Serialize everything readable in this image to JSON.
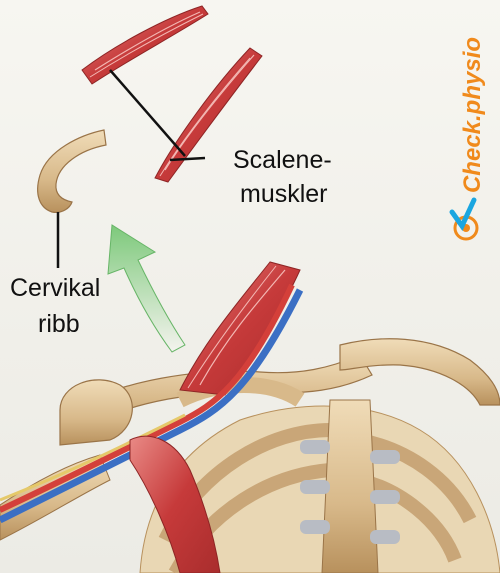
{
  "labels": {
    "scalene_line1": "Scalene-",
    "scalene_line2": "muskler",
    "cervical_line1": "Cervikal",
    "cervical_line2": "ribb"
  },
  "brand": {
    "text": "Check.physio"
  },
  "colors": {
    "muscle_red": "#c63a3a",
    "bone_tan": "#d8b98a",
    "arrow_green": "#7dc97b",
    "brand_orange": "#f08a1c",
    "brand_blue": "#1aa6e0",
    "artery_red": "#d4403a",
    "vein_blue": "#3b6fc4"
  }
}
